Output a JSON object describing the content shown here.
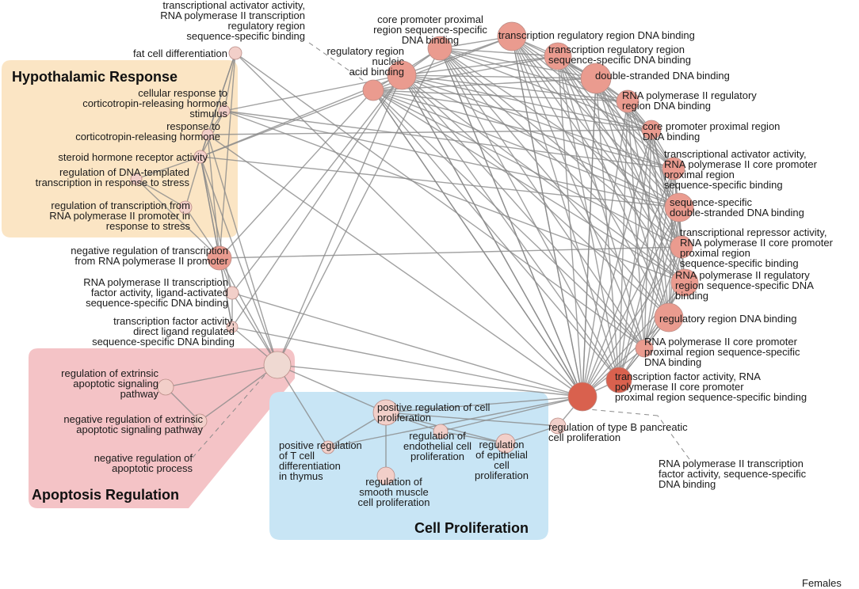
{
  "groups": {
    "hypothalamic": "Hypothalamic Response",
    "apoptosis": "Apoptosis Regulation",
    "proliferation": "Cell Proliferation"
  },
  "footer": "Females",
  "colors": {
    "edge": "#8a8a8a",
    "hypothalamic_bg": "#fbe5c4",
    "apoptosis_bg": "#f4c3c6",
    "proliferation_bg": "#c8e5f5",
    "node_light": "#f2cfc9",
    "node_mid": "#ea9b8f",
    "node_dark": "#d9614e"
  },
  "nodes": [
    {
      "id": "fat",
      "lines": [
        "fat cell differentiation"
      ],
      "shade": "light"
    },
    {
      "id": "crh_stim",
      "lines": [
        "cellular response to",
        "corticotropin-releasing hormone",
        "stimulus"
      ],
      "shade": "light"
    },
    {
      "id": "crh",
      "lines": [
        "response to",
        "corticotropin-releasing hormone"
      ],
      "shade": "light"
    },
    {
      "id": "steroid",
      "lines": [
        "steroid hormone receptor activity"
      ],
      "shade": "light"
    },
    {
      "id": "dna_stress",
      "lines": [
        "regulation of DNA-templated",
        "transcription in response to stress"
      ],
      "shade": "light"
    },
    {
      "id": "pol2_stress",
      "lines": [
        "regulation of transcription from",
        "RNA polymerase II promoter in",
        "response to stress"
      ],
      "shade": "light"
    },
    {
      "id": "neg_pol2",
      "lines": [
        "negative regulation of transcription",
        "from RNA polymerase II promoter"
      ],
      "shade": "mid"
    },
    {
      "id": "ligand",
      "lines": [
        "RNA polymerase II transcription",
        "factor activity, ligand-activated",
        "sequence-specific DNA binding"
      ],
      "shade": "light"
    },
    {
      "id": "direct_ligand",
      "lines": [
        "transcription factor activity,",
        "direct ligand regulated",
        "sequence-specific DNA binding"
      ],
      "shade": "light"
    },
    {
      "id": "neg_apop",
      "lines": [
        "negative regulation of",
        "apoptotic process"
      ],
      "shade": "light"
    },
    {
      "id": "ext_apop",
      "lines": [
        "regulation of extrinsic",
        "apoptotic signaling",
        "pathway"
      ],
      "shade": "light"
    },
    {
      "id": "neg_ext_apop",
      "lines": [
        "negative regulation of extrinsic",
        "apoptotic signaling pathway"
      ],
      "shade": "light"
    },
    {
      "id": "pos_prolif",
      "lines": [
        "positive regulation of cell",
        "proliferation"
      ],
      "shade": "light"
    },
    {
      "id": "tcell",
      "lines": [
        "positive regulation",
        "of T cell",
        "differentiation",
        "in thymus"
      ],
      "shade": "light"
    },
    {
      "id": "endo",
      "lines": [
        "regulation of",
        "endothelial cell",
        "proliferation"
      ],
      "shade": "light"
    },
    {
      "id": "smooth",
      "lines": [
        "regulation of",
        "smooth muscle",
        "cell proliferation"
      ],
      "shade": "light"
    },
    {
      "id": "epi",
      "lines": [
        "regulation",
        "of epithelial",
        "cell",
        "proliferation"
      ],
      "shade": "light"
    },
    {
      "id": "typeb",
      "lines": [
        "regulation of type B pancreatic",
        "cell proliferation"
      ],
      "shade": "light"
    },
    {
      "id": "tf_seq",
      "lines": [
        "RNA polymerase II transcription",
        "factor activity, sequence-specific",
        "DNA binding"
      ],
      "shade": "dark"
    },
    {
      "id": "tf_core",
      "lines": [
        "transcription factor activity, RNA",
        "polymerase II core promoter",
        "proximal region sequence-specific binding"
      ],
      "shade": "dark"
    },
    {
      "id": "core_seq",
      "lines": [
        "RNA polymerase II core promoter",
        "proximal region sequence-specific",
        "DNA binding"
      ],
      "shade": "mid"
    },
    {
      "id": "reg_dna",
      "lines": [
        "regulatory region DNA binding"
      ],
      "shade": "mid"
    },
    {
      "id": "pol2_reg_seq",
      "lines": [
        "RNA polymerase II regulatory",
        "region sequence-specific DNA",
        "binding"
      ],
      "shade": "mid"
    },
    {
      "id": "repressor",
      "lines": [
        "transcriptional repressor activity,",
        "RNA polymerase II core promoter",
        "proximal region",
        "sequence-specific binding"
      ],
      "shade": "mid"
    },
    {
      "id": "ds_seq",
      "lines": [
        "sequence-specific",
        "double-stranded DNA binding"
      ],
      "shade": "mid"
    },
    {
      "id": "activator_core",
      "lines": [
        "transcriptional activator activity,",
        "RNA polymerase II core promoter",
        "proximal region",
        "sequence-specific binding"
      ],
      "shade": "mid"
    },
    {
      "id": "core_prox",
      "lines": [
        "core promoter proximal region",
        "DNA binding"
      ],
      "shade": "mid"
    },
    {
      "id": "pol2_reg",
      "lines": [
        "RNA polymerase II regulatory",
        "region DNA binding"
      ],
      "shade": "mid"
    },
    {
      "id": "ds_dna",
      "lines": [
        "double-stranded DNA binding"
      ],
      "shade": "mid"
    },
    {
      "id": "trr_seq",
      "lines": [
        "transcription regulatory region",
        "sequence-specific DNA binding"
      ],
      "shade": "mid"
    },
    {
      "id": "trr",
      "lines": [
        "transcription regulatory region DNA binding"
      ],
      "shade": "mid"
    },
    {
      "id": "core_prox_seq",
      "lines": [
        "core promoter proximal",
        "region sequence-specific",
        "DNA binding"
      ],
      "shade": "mid"
    },
    {
      "id": "reg_nucleic",
      "lines": [
        "regulatory region",
        "nucleic",
        "acid binding"
      ],
      "shade": "mid"
    },
    {
      "id": "activator_reg",
      "lines": [
        "transcriptional activator activity,",
        "RNA polymerase II transcription",
        "regulatory region",
        "sequence-specific binding"
      ],
      "shade": "mid"
    }
  ]
}
